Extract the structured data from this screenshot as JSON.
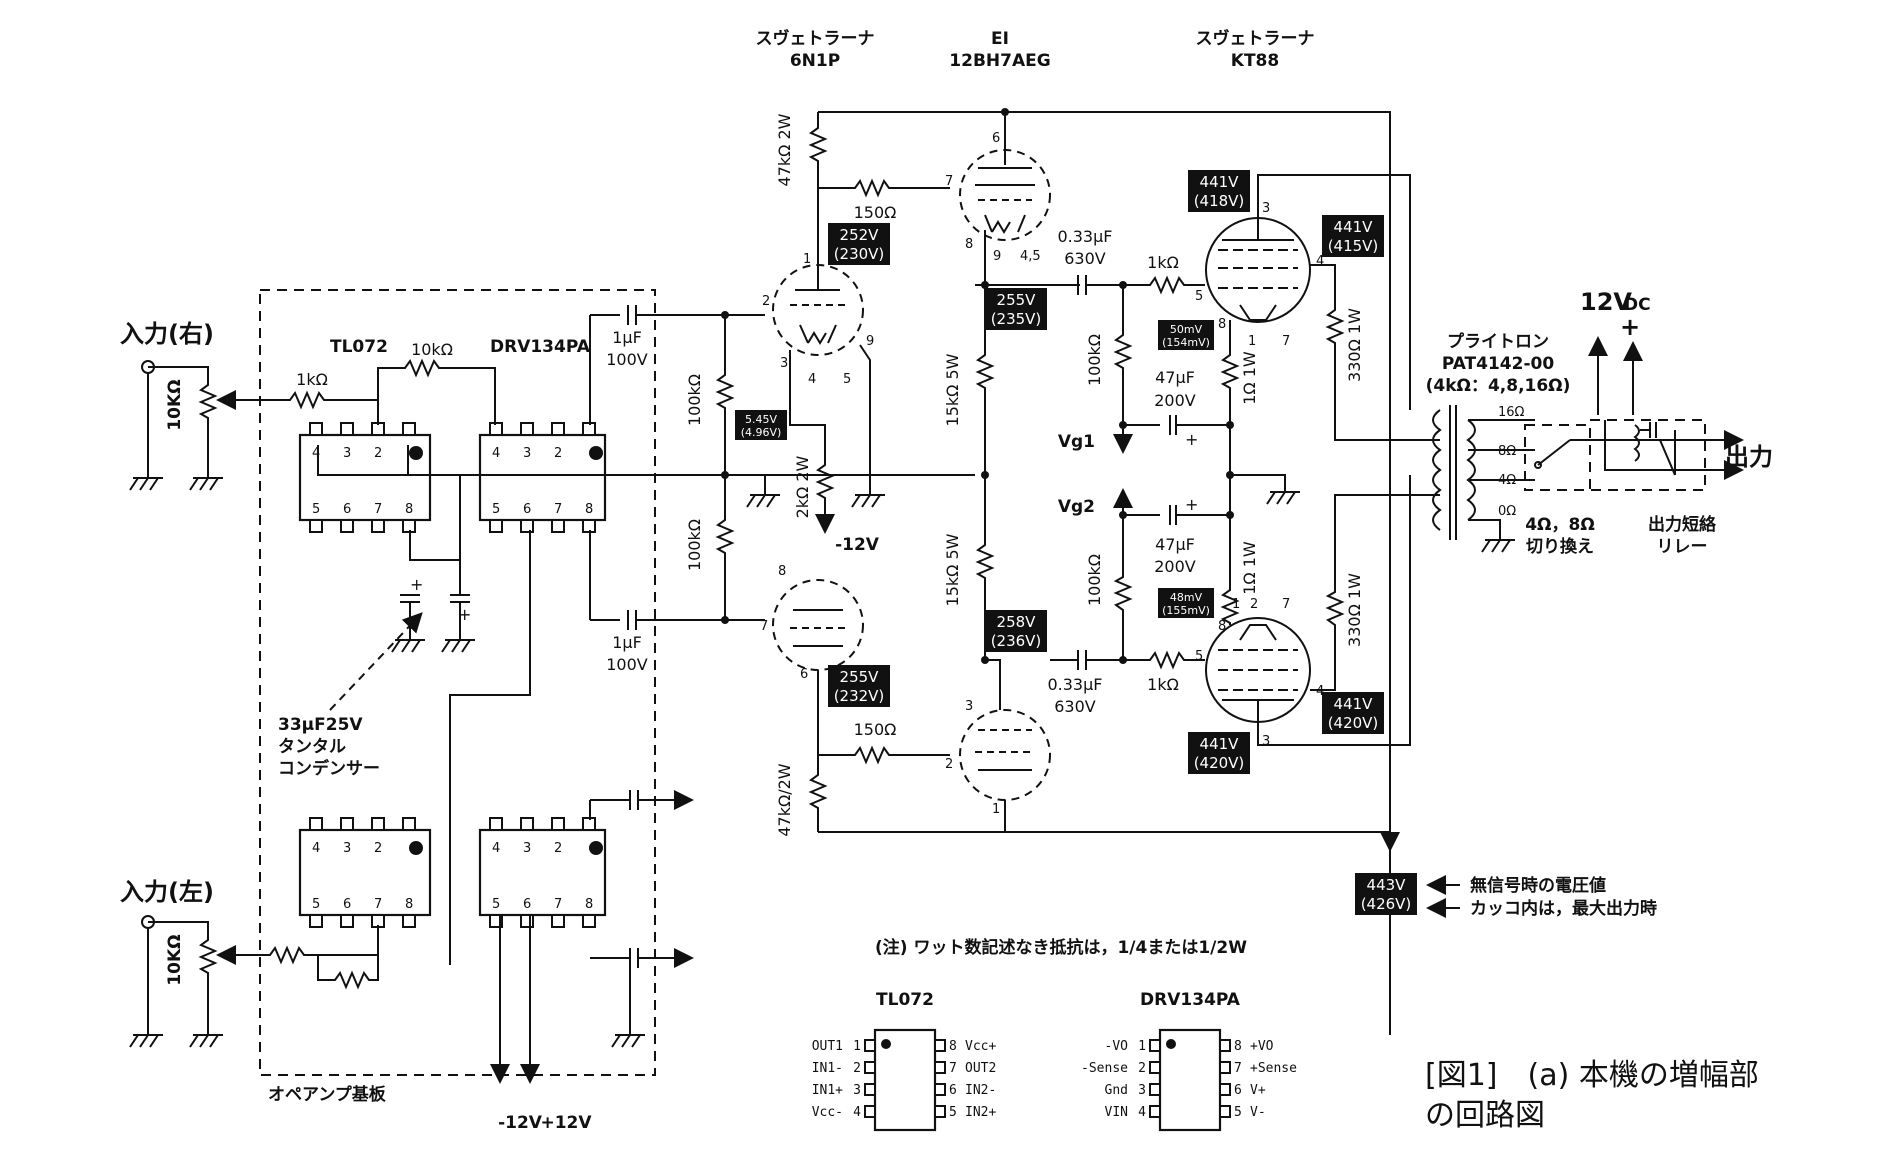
{
  "tubes": {
    "t1": {
      "maker": "スヴェトラーナ",
      "model": "6N1P"
    },
    "t2": {
      "maker": "EI",
      "model": "12BH7AEG"
    },
    "t3": {
      "maker": "スヴェトラーナ",
      "model": "KT88"
    }
  },
  "inputs": {
    "right": "入力(右)",
    "left": "入力(左)"
  },
  "output": "出力",
  "supply": {
    "vdc": "12V",
    "vdc_sub": "DC",
    "plus": "+",
    "minus_rail": "-12V",
    "plus_rail": "+12V",
    "neg12": "-12V"
  },
  "transformer": {
    "brand": "プライトロン",
    "model": "PAT4142-00",
    "spec": "(4kΩ：4,8,16Ω)",
    "tap16": "16Ω",
    "tap8": "8Ω",
    "tap4": "4Ω",
    "tap0": "0Ω"
  },
  "switch_labels": {
    "sw1a": "4Ω，8Ω",
    "sw1b": "切り換え",
    "sw2a": "出力短絡",
    "sw2b": "リレー"
  },
  "opamp_board": "オペアンプ基板",
  "opamp_chips": {
    "tl072": "TL072",
    "drv": "DRV134PA"
  },
  "components": {
    "r47k_top": "47kΩ 2W",
    "r47k_bot": "47kΩ/2W",
    "r150_top": "150Ω",
    "r150_bot": "150Ω",
    "r100k_a": "100kΩ",
    "r100k_b": "100kΩ",
    "r2k": "2kΩ 2W",
    "r15k_a": "15kΩ 5W",
    "r15k_b": "15kΩ 5W",
    "c033_top": "0.33μF",
    "c630_top": "630V",
    "c033_bot": "0.33μF",
    "c630_bot": "630V",
    "r1k_top": "1kΩ",
    "r1k_bot": "1kΩ",
    "r100k_g1": "100kΩ",
    "r100k_g2": "100kΩ",
    "c47_top": "47μF",
    "c200_top": "200V",
    "c47_bot": "47μF",
    "c200_bot": "200V",
    "r1_top": "1Ω 1W",
    "r1_bot": "1Ω 1W",
    "r330_top": "330Ω 1W",
    "r330_bot": "330Ω 1W",
    "c1u_top": "1μF",
    "c100_top": "100V",
    "c1u_bot": "1μF",
    "c100_bot": "100V",
    "r1k_in": "1kΩ",
    "r10k_fb": "10kΩ",
    "pot_r": "10KΩ",
    "pot_l": "10KΩ",
    "tant1": "33μF25V",
    "tant2": "タンタル",
    "tant3": "コンデンサー",
    "vg1": "Vg1",
    "vg2": "Vg2",
    "tl072_top": "TL072",
    "drv_top": "DRV134PA"
  },
  "voltages": {
    "v1": [
      "252V",
      "(230V)"
    ],
    "v2": [
      "255V",
      "(235V)"
    ],
    "v3": [
      "5.45V",
      "(4.96V)"
    ],
    "v4": [
      "255V",
      "(232V)"
    ],
    "v5": [
      "258V",
      "(236V)"
    ],
    "v6": [
      "441V",
      "(418V)"
    ],
    "v7": [
      "441V",
      "(415V)"
    ],
    "v8": [
      "50mV",
      "(154mV)"
    ],
    "v9": [
      "48mV",
      "(155mV)"
    ],
    "v10": [
      "441V",
      "(420V)"
    ],
    "v11": [
      "441V",
      "(420V)"
    ],
    "v12": [
      "443V",
      "(426V)"
    ]
  },
  "pins": {
    "t1a": [
      "1",
      "2",
      "3",
      "4",
      "5",
      "9"
    ],
    "t1b": [
      "8",
      "7",
      "6"
    ],
    "t2a": [
      "6",
      "7",
      "8",
      "9",
      "4,5"
    ],
    "t2b": [
      "3",
      "2",
      "1"
    ],
    "k1": [
      "3",
      "4",
      "5",
      "8",
      "1",
      "7"
    ],
    "k2": [
      "8",
      "1",
      "2",
      "7",
      "5",
      "4",
      "3"
    ],
    "dip": [
      "1",
      "2",
      "3",
      "4",
      "5",
      "6",
      "7",
      "8"
    ]
  },
  "legend": {
    "l1": "無信号時の電圧値",
    "l2": "カッコ内は，最大出力時"
  },
  "note": "(注) ワット数記述なき抵抗は，1/4または1/2W",
  "pinout": {
    "tl072": {
      "title": "TL072",
      "left": [
        "OUT1",
        "IN1-",
        "IN1+",
        "Vcc-"
      ],
      "right": [
        "Vcc+",
        "OUT2",
        "IN2-",
        "IN2+"
      ]
    },
    "drv": {
      "title": "DRV134PA",
      "left": [
        "-VO",
        "-Sense",
        "Gnd",
        "VIN"
      ],
      "right": [
        "+VO",
        "+Sense",
        "V+",
        "V-"
      ]
    }
  },
  "caption": {
    "line1": "[図1]　(a) 本機の増幅部",
    "line2": "の回路図"
  }
}
